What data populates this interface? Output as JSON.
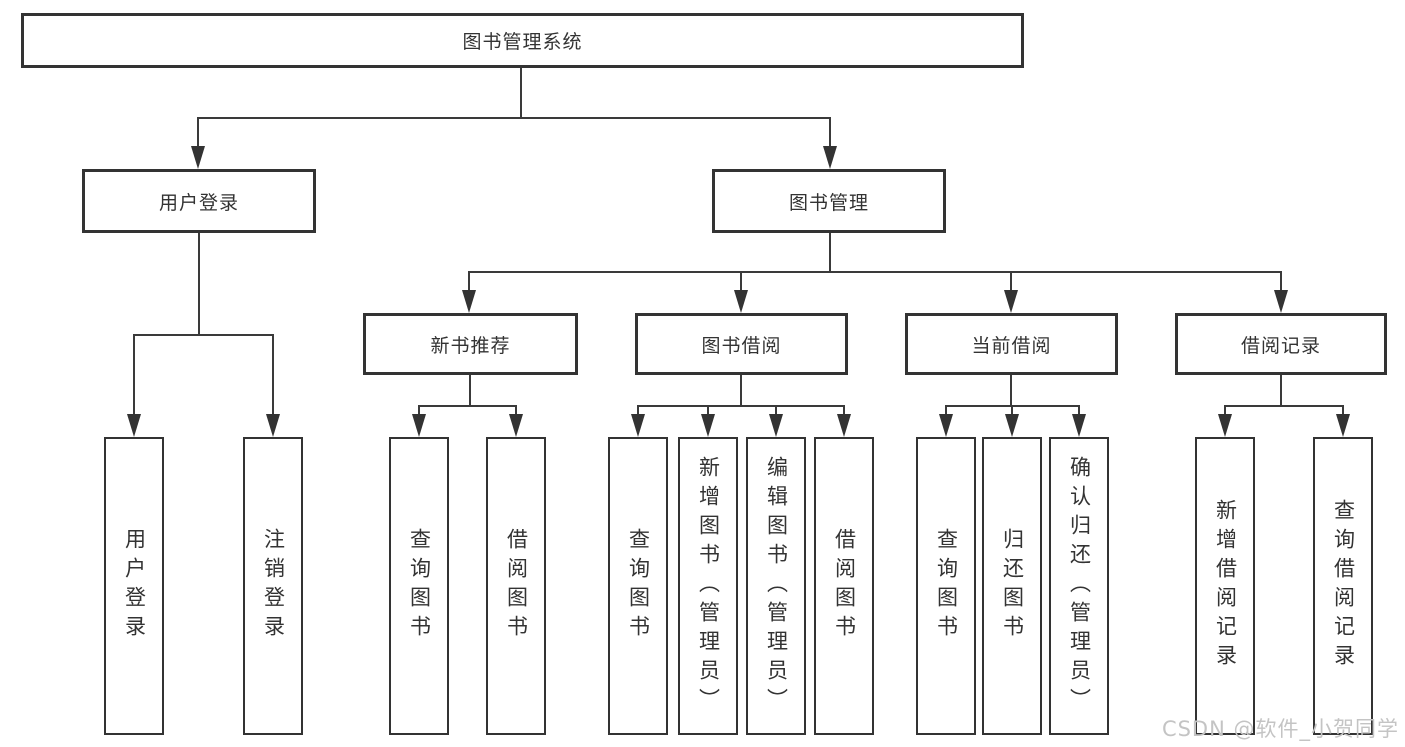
{
  "diagram": {
    "title": "图书管理系统",
    "nodes": {
      "root": {
        "label": "图书管理系统"
      },
      "user_login": {
        "label": "用户登录"
      },
      "book_management": {
        "label": "图书管理"
      },
      "new_book_recommend": {
        "label": "新书推荐"
      },
      "book_borrowing": {
        "label": "图书借阅"
      },
      "current_borrowing": {
        "label": "当前借阅"
      },
      "borrowing_records": {
        "label": "借阅记录"
      },
      "leaf_user_login": {
        "label": "用户登录"
      },
      "leaf_logout": {
        "label": "注销登录"
      },
      "leaf_query_book_1": {
        "label": "查询图书"
      },
      "leaf_borrow_book_1": {
        "label": "借阅图书"
      },
      "leaf_query_book_2": {
        "label": "查询图书"
      },
      "leaf_add_book": {
        "label": "新增图书（管理员）"
      },
      "leaf_edit_book": {
        "label": "编辑图书（管理员）"
      },
      "leaf_borrow_book_2": {
        "label": "借阅图书"
      },
      "leaf_query_book_3": {
        "label": "查询图书"
      },
      "leaf_return_book": {
        "label": "归还图书"
      },
      "leaf_confirm_return": {
        "label": "确认归还（管理员）"
      },
      "leaf_add_record": {
        "label": "新增借阅记录"
      },
      "leaf_query_record": {
        "label": "查询借阅记录"
      }
    },
    "hierarchy": {
      "图书管理系统": {
        "用户登录": [
          "用户登录",
          "注销登录"
        ],
        "图书管理": {
          "新书推荐": [
            "查询图书",
            "借阅图书"
          ],
          "图书借阅": [
            "查询图书",
            "新增图书（管理员）",
            "编辑图书（管理员）",
            "借阅图书"
          ],
          "当前借阅": [
            "查询图书",
            "归还图书",
            "确认归还（管理员）"
          ],
          "借阅记录": [
            "新增借阅记录",
            "查询借阅记录"
          ]
        }
      }
    },
    "colors": {
      "border": "#333333",
      "line": "#3a3a3a",
      "text": "#333333",
      "background": "#ffffff",
      "watermark": "#c4c4c4"
    }
  },
  "watermark": {
    "text": "CSDN @软件_小贺同学"
  }
}
